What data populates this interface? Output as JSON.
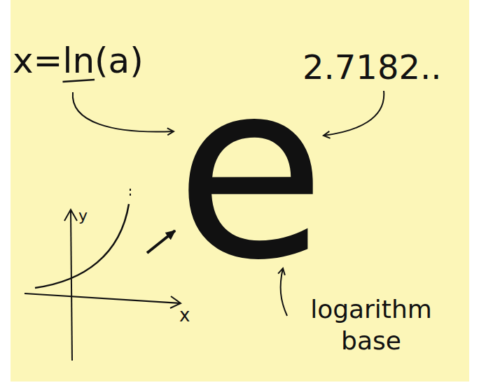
{
  "diagram": {
    "labels": [
      "x=ln(a)",
      "2.7182..",
      "e",
      "logarithm base",
      "y",
      "x"
    ]
  }
}
